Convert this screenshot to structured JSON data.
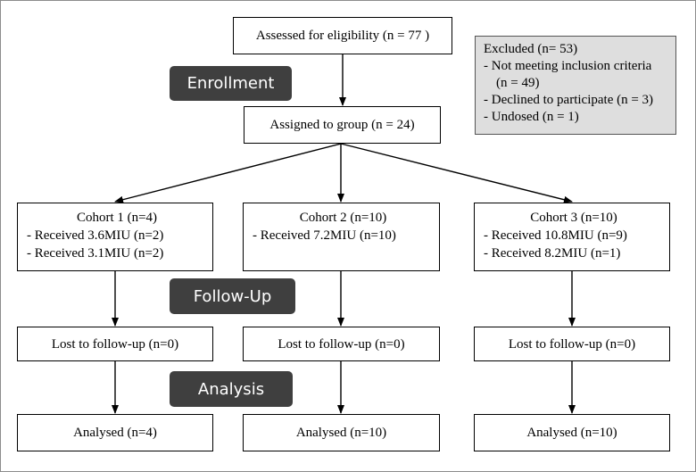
{
  "assessed": "Assessed for eligibility (n = 77 )",
  "excluded": {
    "title": "Excluded (n= 53)",
    "reasons": [
      "- Not meeting inclusion criteria",
      "(n = 49)",
      "- Declined to participate (n = 3)",
      "- Undosed (n = 1)"
    ]
  },
  "stages": {
    "enrollment": "Enrollment",
    "follow_up": "Follow-Up",
    "analysis": "Analysis"
  },
  "assigned": "Assigned to group (n = 24)",
  "cohorts": [
    {
      "title": "Cohort 1 (n=4)",
      "items": [
        "- Received 3.6MIU (n=2)",
        "- Received 3.1MIU (n=2)"
      ],
      "lost": "Lost to follow-up (n=0)",
      "analysed": "Analysed (n=4)"
    },
    {
      "title": "Cohort 2 (n=10)",
      "items": [
        "- Received 7.2MIU (n=10)"
      ],
      "lost": "Lost to follow-up (n=0)",
      "analysed": "Analysed (n=10)"
    },
    {
      "title": "Cohort 3 (n=10)",
      "items": [
        "- Received 10.8MIU (n=9)",
        "- Received 8.2MIU (n=1)"
      ],
      "lost": "Lost to follow-up (n=0)",
      "analysed": "Analysed (n=10)"
    }
  ]
}
